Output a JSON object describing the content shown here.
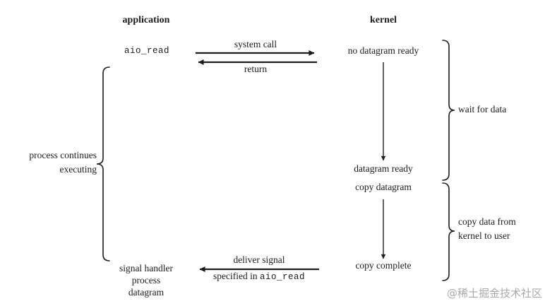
{
  "diagram": {
    "headers": {
      "application": "application",
      "kernel": "kernel"
    },
    "application_column": {
      "call_label": "aio_read",
      "handler_lines": [
        "signal handler",
        "process",
        "datagram"
      ]
    },
    "kernel_column": {
      "no_datagram_ready": "no datagram ready",
      "datagram_ready": "datagram ready",
      "copy_datagram": "copy datagram",
      "copy_complete": "copy complete"
    },
    "arrows": {
      "system_call": "system call",
      "return_label": "return",
      "deliver_signal": "deliver signal",
      "specified_in_prefix": "specified in ",
      "specified_in_code": "aio_read"
    },
    "braces": {
      "process_continues_line1": "process continues",
      "process_continues_line2": "executing",
      "wait_for_data": "wait for data",
      "copy_data_line1": "copy data from",
      "copy_data_line2": "kernel to user"
    },
    "watermark": "@稀土掘金技术社区",
    "colors": {
      "ink": "#1c1c1c",
      "watermark": "#a9a9a9",
      "background": "#ffffff"
    }
  }
}
